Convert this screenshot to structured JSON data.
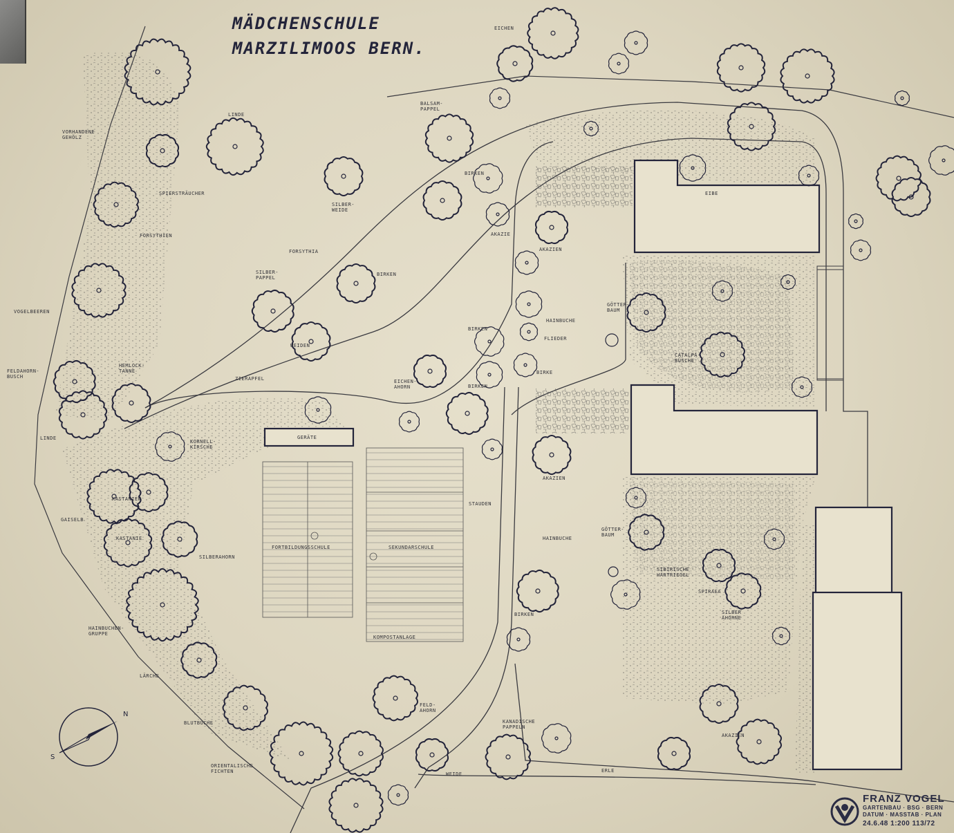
{
  "plan": {
    "title_line1": "MÄDCHENSCHULE",
    "title_line2": "MARZILIMOOS BERN.",
    "labels": [
      {
        "id": "eichen",
        "text": "EICHEN"
      },
      {
        "id": "balsampappel",
        "text": "BALSAM-PAPPEL"
      },
      {
        "id": "linde-top",
        "text": "LINDE"
      },
      {
        "id": "vorhandenes-gehoelz",
        "text": "VORHANDENE GEHÖLZ"
      },
      {
        "id": "spierstraeucher",
        "text": "SPIERSTRÄUCHER"
      },
      {
        "id": "forsythien",
        "text": "FORSYTHIEN"
      },
      {
        "id": "silberweide",
        "text": "SILBER-WEIDE"
      },
      {
        "id": "birken-1",
        "text": "BIRKEN"
      },
      {
        "id": "akazie-1",
        "text": "AKAZIE"
      },
      {
        "id": "eibe",
        "text": "EIBE"
      },
      {
        "id": "forsythia",
        "text": "FORSYTHIA"
      },
      {
        "id": "silberpappel",
        "text": "SILBER-PAPPEL"
      },
      {
        "id": "birken-2",
        "text": "BIRKEN"
      },
      {
        "id": "akazien-1",
        "text": "AKAZIEN"
      },
      {
        "id": "vogelbeeren",
        "text": "VOGELBEEREN"
      },
      {
        "id": "goetterbaum-1",
        "text": "GÖTTER-BAUM"
      },
      {
        "id": "hainbuche-1",
        "text": "HAINBUCHE"
      },
      {
        "id": "flieder",
        "text": "FLIEDER"
      },
      {
        "id": "weiden",
        "text": "WEIDEN"
      },
      {
        "id": "birken-3",
        "text": "BIRKEN"
      },
      {
        "id": "catalpa",
        "text": "CATALPA-BÜSCHE"
      },
      {
        "id": "feldahornbusch",
        "text": "FELDAHORN-BUSCH"
      },
      {
        "id": "hemlocktanne",
        "text": "HEMLOCK-TANNE"
      },
      {
        "id": "zierapfel",
        "text": "ZIERAPFEL"
      },
      {
        "id": "eichenahorn",
        "text": "EICHEN-AHORN"
      },
      {
        "id": "birke",
        "text": "BIRKE"
      },
      {
        "id": "birken-4",
        "text": "BIRKEN"
      },
      {
        "id": "linde-left",
        "text": "LINDE"
      },
      {
        "id": "kornelkirsche",
        "text": "KORNELL-KIRSCHE"
      },
      {
        "id": "geraete",
        "text": "GERÄTE"
      },
      {
        "id": "akazien-2",
        "text": "AKAZIEN"
      },
      {
        "id": "kastanien-1",
        "text": "KASTANIEN"
      },
      {
        "id": "stauden",
        "text": "STAUDEN"
      },
      {
        "id": "gaiselb",
        "text": "GAISELB"
      },
      {
        "id": "kastanie-2",
        "text": "KASTANIE"
      },
      {
        "id": "fortbildungsschule",
        "text": "FORTBILDUNGSSCHULE"
      },
      {
        "id": "sekundarschule",
        "text": "SEKUNDARSCHULE"
      },
      {
        "id": "hainbuche-2",
        "text": "HAINBUCHE"
      },
      {
        "id": "goetterbaum-2",
        "text": "GÖTTER-BAUM"
      },
      {
        "id": "silberahorn-1",
        "text": "SILBERAHORN"
      },
      {
        "id": "sibirischer",
        "text": "SIBIRISCHE HARTRIEGEL"
      },
      {
        "id": "birken-5",
        "text": "BIRKEN"
      },
      {
        "id": "hainbuchengruppe",
        "text": "HAINBUCHEN-GRUPPE"
      },
      {
        "id": "kompostanlage",
        "text": "KOMPOSTANLAGE"
      },
      {
        "id": "spiraea",
        "text": "SPIRAEA"
      },
      {
        "id": "silberahorne-2",
        "text": "SILBER AHORNE"
      },
      {
        "id": "laerche",
        "text": "LÄRCHE"
      },
      {
        "id": "feldahorn",
        "text": "FELD-AHORN"
      },
      {
        "id": "kanadische-pappeln",
        "text": "KANADISCHE PAPPELN"
      },
      {
        "id": "blutbuche",
        "text": "BLUTBUCHE"
      },
      {
        "id": "akazien-3",
        "text": "AKAZIEN"
      },
      {
        "id": "orientalische-fichten",
        "text": "ORIENTALISCHE FICHTEN"
      },
      {
        "id": "weide",
        "text": "WEIDE"
      },
      {
        "id": "erle",
        "text": "ERLE"
      }
    ],
    "compass": {
      "north": "N",
      "south": "S"
    }
  },
  "stamp": {
    "firm": "FRANZ VOGEL",
    "line1": "GARTENBAU · BSG · BERN",
    "line2": "DATUM · MASSTAB · PLAN",
    "date_scale_plan": "24.6.48 1:200 113/72"
  },
  "colors": {
    "paper": "#e2dcc7",
    "ink": "#23243a",
    "pencil": "#3a3a40"
  }
}
